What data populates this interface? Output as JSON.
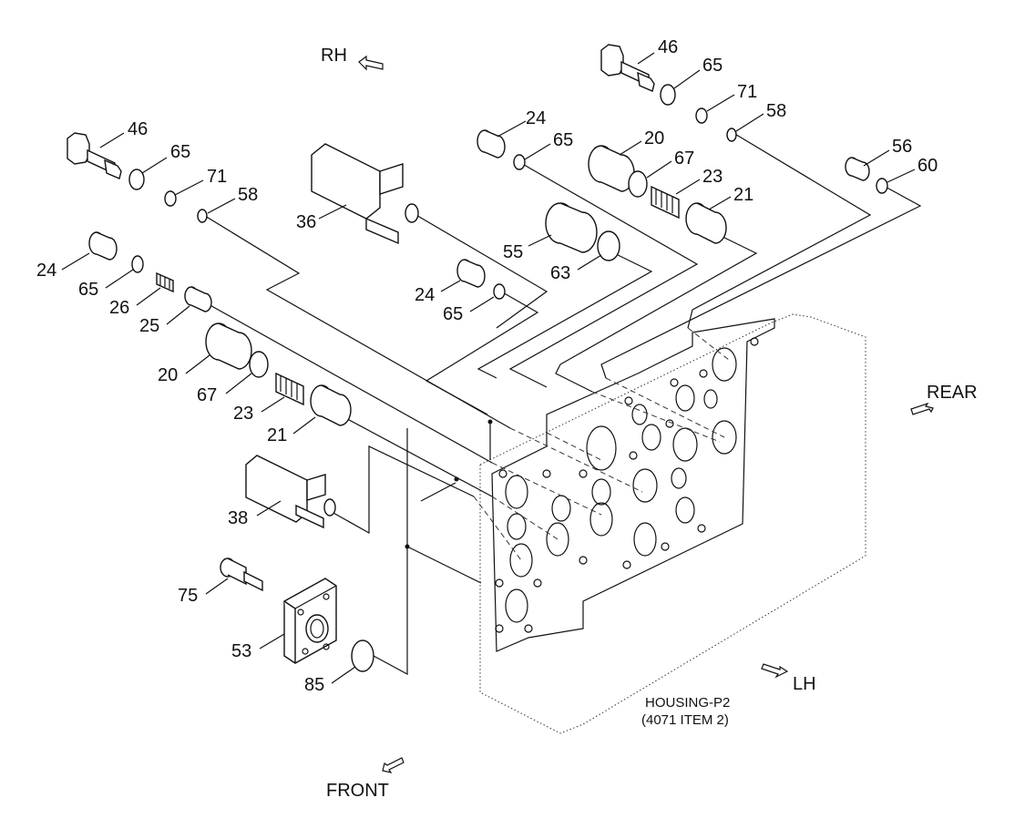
{
  "directions": {
    "rh": "RH",
    "rear": "REAR",
    "lh": "LH",
    "front": "FRONT"
  },
  "housing": {
    "line1": "HOUSING-P2",
    "line2": "(4071 ITEM 2)"
  },
  "callouts": {
    "c46a": "46",
    "c65a": "65",
    "c71a": "71",
    "c58a": "58",
    "c24a": "24",
    "c65b": "65",
    "c20a": "20",
    "c67a": "67",
    "c23a": "23",
    "c21a": "21",
    "c56": "56",
    "c60": "60",
    "c46b": "46",
    "c65c": "65",
    "c71b": "71",
    "c58b": "58",
    "c36": "36",
    "c55": "55",
    "c63": "63",
    "c24b": "24",
    "c65d": "65",
    "c24c": "24",
    "c65e": "65",
    "c26": "26",
    "c25": "25",
    "c20b": "20",
    "c67b": "67",
    "c23b": "23",
    "c21b": "21",
    "c38": "38",
    "c75": "75",
    "c53": "53",
    "c85": "85"
  }
}
